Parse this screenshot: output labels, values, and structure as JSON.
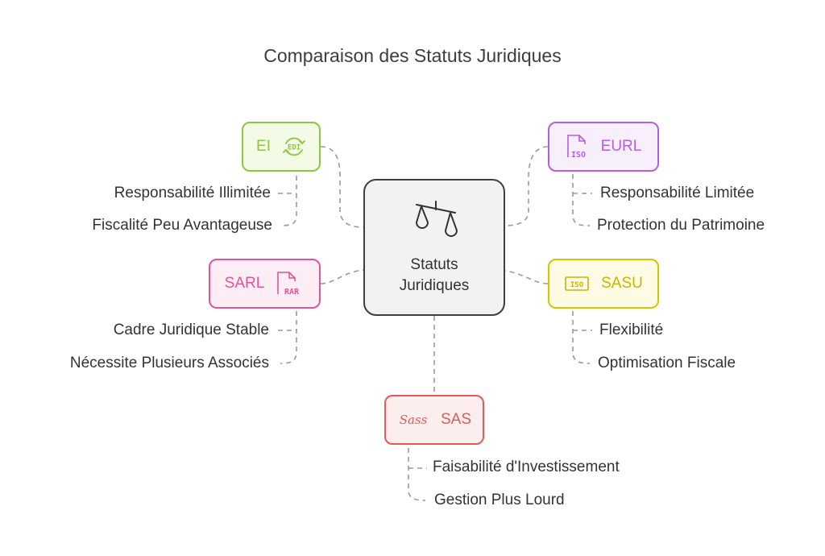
{
  "title": "Comparaison des Statuts Juridiques",
  "center": {
    "line1": "Statuts",
    "line2": "Juridiques",
    "icon": "scale-icon"
  },
  "nodes": {
    "ei": {
      "label": "EI",
      "icon": "edi-icon",
      "icon_text": "EDI",
      "color": "#8dc63f",
      "fill": "#f3fae6",
      "details": [
        "Responsabilité Illimitée",
        "Fiscalité Peu Avantageuse"
      ]
    },
    "eurl": {
      "label": "EURL",
      "icon": "iso-file-icon",
      "icon_text": "ISO",
      "color": "#b65ee0",
      "fill": "#f8effd",
      "details": [
        "Responsabilité Limitée",
        "Protection du Patrimoine"
      ]
    },
    "sarl": {
      "label": "SARL",
      "icon": "rar-file-icon",
      "icon_text": "RAR",
      "color": "#e0559a",
      "fill": "#fdeef5",
      "details": [
        "Cadre Juridique Stable",
        "Nécessite Plusieurs Associés"
      ]
    },
    "sasu": {
      "label": "SASU",
      "icon": "iso-disk-icon",
      "icon_text": "ISO",
      "color": "#d8c400",
      "fill": "#fdfbe4",
      "details": [
        "Flexibilité",
        "Optimisation Fiscale"
      ]
    },
    "sas": {
      "label": "SAS",
      "icon": "sass-icon",
      "icon_text": "Sass",
      "color": "#e05a5a",
      "fill": "#fdeeee",
      "details": [
        "Faisabilité d'Investissement",
        "Gestion Plus Lourd"
      ]
    }
  }
}
